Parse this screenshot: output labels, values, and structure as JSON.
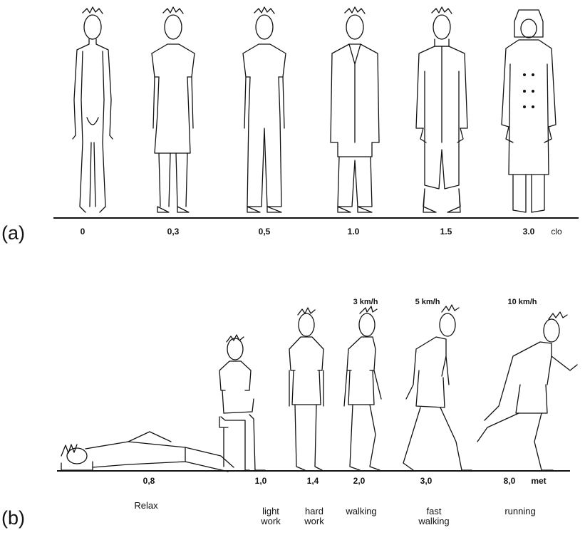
{
  "panel_a": {
    "label": "(a)",
    "values": [
      "0",
      "0,3",
      "0,5",
      "1.0",
      "1.5",
      "3.0"
    ],
    "unit": "clo"
  },
  "panel_b": {
    "label": "(b)",
    "values": [
      "0,8",
      "1,0",
      "1,4",
      "2,0",
      "3,0",
      "8,0"
    ],
    "unit": "met",
    "speeds": [
      "3 km/h",
      "5 km/h",
      "10 km/h"
    ],
    "activities": {
      "relax": "Relax",
      "light_work": [
        "light",
        "work"
      ],
      "hard_work": [
        "hard",
        "work"
      ],
      "walking": "walking",
      "fast_walking": [
        "fast",
        "walking"
      ],
      "running": "running"
    }
  }
}
